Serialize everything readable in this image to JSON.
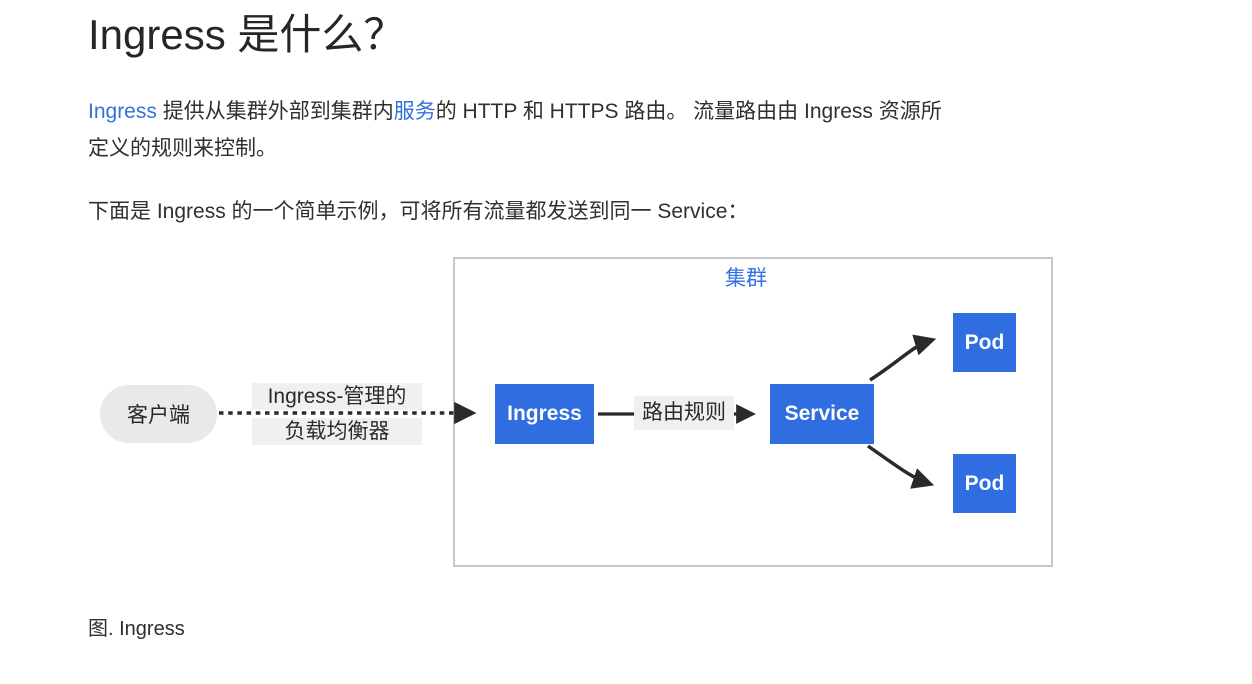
{
  "page": {
    "title": "Ingress 是什么？",
    "intro": {
      "link1": "Ingress",
      "text1": " 提供从集群外部到集群内",
      "link2": "服务",
      "text2a": "的 HTTP 和 HTTPS 路由。 流量路由由 Ingress 资源所",
      "text2b": "定义的规则来控制。"
    },
    "example_text": "下面是 Ingress 的一个简单示例，可将所有流量都发送到同一 Service：",
    "caption": "图. Ingress"
  },
  "diagram": {
    "cluster_label": "集群",
    "client_label": "客户端",
    "lb_label_line1": "Ingress-管理的",
    "lb_label_line2": "负载均衡器",
    "ingress_label": "Ingress",
    "route_label": "路由规则",
    "service_label": "Service",
    "pod_top_label": "Pod",
    "pod_bottom_label": "Pod"
  },
  "colors": {
    "node_blue": "#2f6de1",
    "link_blue": "#3371e3",
    "cluster_border": "#c6c6c6",
    "label_bg": "#f0f0f0",
    "client_bg": "#e9e9e9",
    "arrow_black": "#2a2a2a",
    "title_text": "#262626",
    "body_text": "#303030"
  }
}
